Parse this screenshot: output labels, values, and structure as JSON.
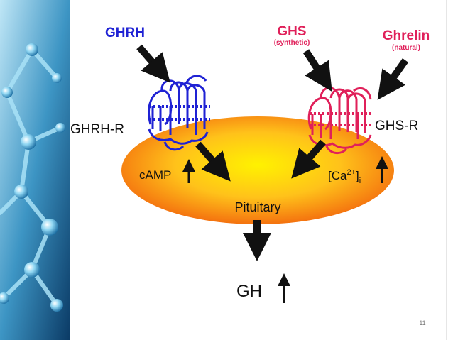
{
  "slide": {
    "page_number": "11"
  },
  "diagram": {
    "inputs": {
      "ghrh": "GHRH",
      "ghs": "GHS",
      "ghs_note": "(synthetic)",
      "ghrelin": "Ghrelin",
      "ghrelin_note": "(natural)"
    },
    "receptors": {
      "left": "GHRH-R",
      "right": "GHS-R"
    },
    "messengers": {
      "camp": "cAMP",
      "calcium_base": "[Ca",
      "calcium_sup": "2+",
      "calcium_close": "]",
      "calcium_sub": "i"
    },
    "target": "Pituitary",
    "output": "GH"
  },
  "colors": {
    "ghrh_blue": "#1f22d4",
    "ghs_pink": "#e0205a",
    "arrow_black": "#111111",
    "ellipse_center": "#fff200",
    "ellipse_edge": "#f4720f"
  },
  "icons": {
    "background": "molecule-network-icon",
    "receptor_left": "gpcr-receptor-icon",
    "receptor_right": "gpcr-receptor-icon"
  }
}
